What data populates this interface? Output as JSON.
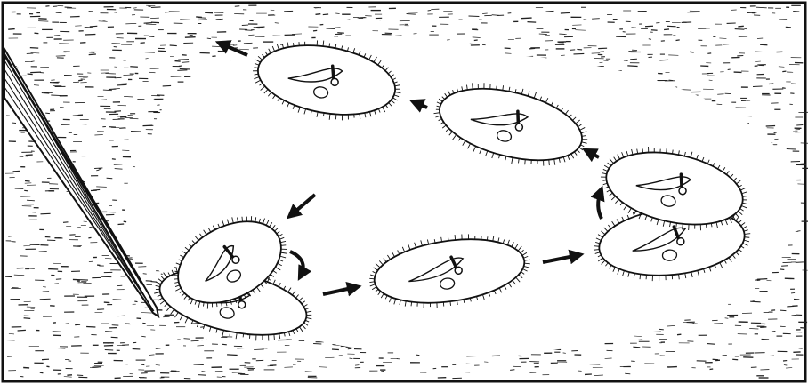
{
  "colors": {
    "ink": "#111111",
    "paper": "#ffffff",
    "stipple": "#222222"
  },
  "figure": {
    "text": "",
    "elements": [
      {
        "name": "probe-needle",
        "kind": "needle"
      },
      {
        "name": "organism-1-collision-back",
        "kind": "cell"
      },
      {
        "name": "organism-1-collision-front",
        "kind": "cell"
      },
      {
        "name": "organism-2",
        "kind": "cell"
      },
      {
        "name": "organism-3-turn-back",
        "kind": "cell"
      },
      {
        "name": "organism-3-turn-front",
        "kind": "cell"
      },
      {
        "name": "organism-4",
        "kind": "cell"
      },
      {
        "name": "organism-5",
        "kind": "cell"
      }
    ],
    "arrows_icon": "arrow-icon"
  }
}
